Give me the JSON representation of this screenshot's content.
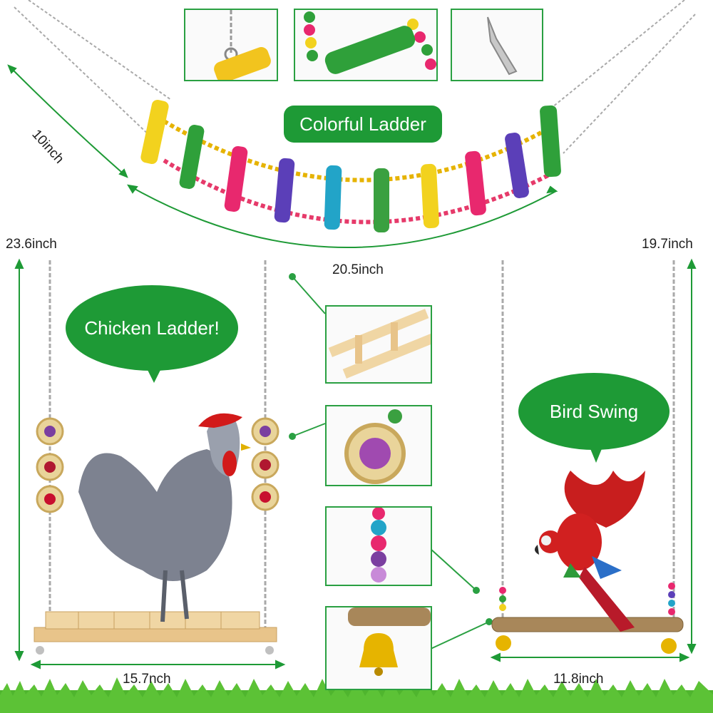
{
  "labels": {
    "colorful_ladder": "Colorful Ladder",
    "chicken_ladder": "Chicken Ladder!",
    "bird_swing": "Bird Swing"
  },
  "dimensions": {
    "ladder_height": "10inch",
    "ladder_length": "20.5inch",
    "chicken_height": "23.6inch",
    "chicken_width": "15.7nch",
    "swing_height": "19.7inch",
    "swing_width": "11.8inch"
  },
  "colors": {
    "brand_green": "#1e9a36",
    "ladder_rungs": [
      "#f2d21e",
      "#2fa03a",
      "#e8286e",
      "#5b3fb8",
      "#22a4c8",
      "#3aa040",
      "#f2d21e",
      "#e8286e",
      "#5b3fb8",
      "#2fa03a"
    ]
  }
}
